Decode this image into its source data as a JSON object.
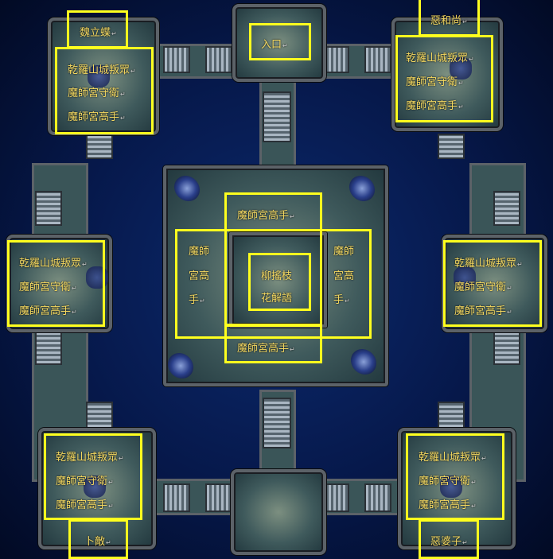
{
  "map": {
    "entrance": "入口",
    "top_left": {
      "boss": "魏立蝶",
      "enemies": [
        "乾羅山城叛眾",
        "魔師宮守衛",
        "魔師宮高手"
      ]
    },
    "top_right": {
      "boss": "惡和尚",
      "enemies": [
        "乾羅山城叛眾",
        "魔師宮守衛",
        "魔師宮高手"
      ]
    },
    "mid_left": {
      "enemies": [
        "乾羅山城叛眾",
        "魔師宮守衛",
        "魔師宮高手"
      ]
    },
    "mid_right": {
      "enemies": [
        "乾羅山城叛眾",
        "魔師宮守衛",
        "魔師宮高手"
      ]
    },
    "bottom_left": {
      "boss": "卜敵",
      "enemies": [
        "乾羅山城叛眾",
        "魔師宮守衛",
        "魔師宮高手"
      ]
    },
    "bottom_right": {
      "boss": "惡婆子",
      "enemies": [
        "乾羅山城叛眾",
        "魔師宮守衛",
        "魔師宮高手"
      ]
    },
    "center": {
      "top": "魔師宮高手",
      "bottom": "魔師宮高手",
      "left": [
        "魔師",
        "宮高",
        "手"
      ],
      "right": [
        "魔師",
        "宮高",
        "手"
      ],
      "core": [
        "柳搖枝",
        "花解語"
      ]
    }
  }
}
